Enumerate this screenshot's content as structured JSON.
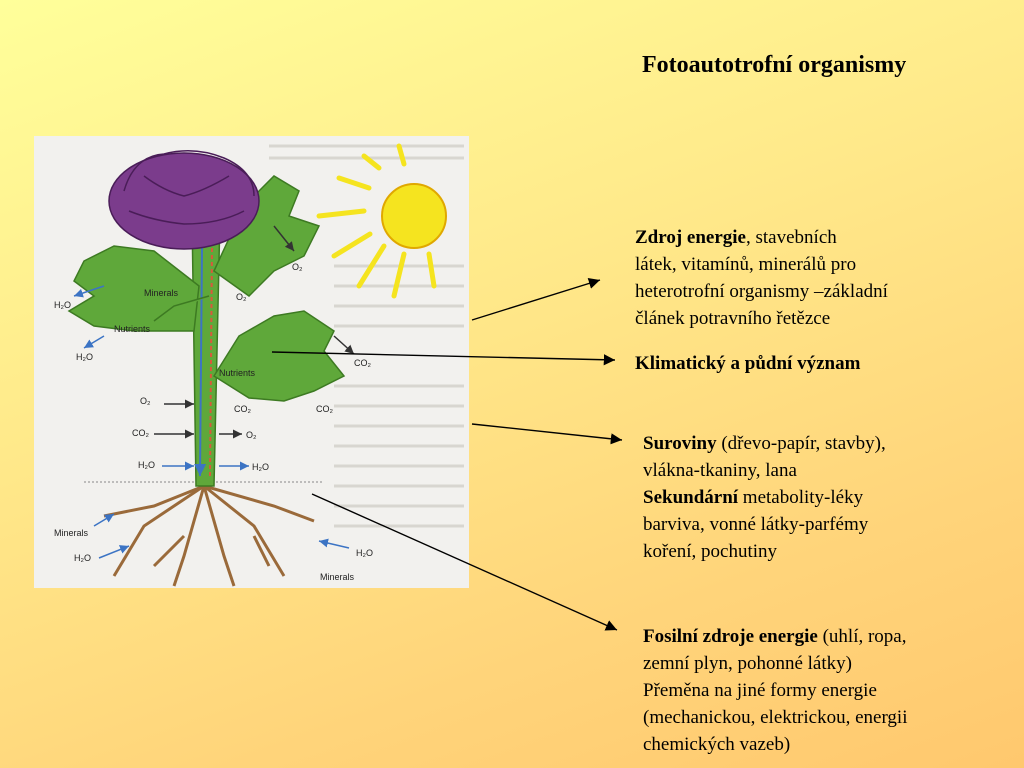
{
  "title": "Fotoautotrofní organismy",
  "blocks": {
    "energy": {
      "bold": "Zdroj energie",
      "rest": ", stavebních",
      "line2": "látek, vitamínů, minerálů pro",
      "line3": "heterotrofní organismy –základní",
      "line4": "článek potravního řetězce"
    },
    "climate": "Klimatický  a půdní význam",
    "raw": {
      "bold1": "Suroviny",
      "rest1": " (dřevo-papír, stavby),",
      "line2": "vlákna-tkaniny, lana",
      "bold3": "Sekundární",
      "rest3": " metabolity-léky",
      "line4": "barviva, vonné látky-parfémy",
      "line5": "koření, pochutiny"
    },
    "fossil": {
      "bold1": "Fosilní zdroje energie",
      "rest1": " (uhlí, ropa,",
      "line2": "zemní plyn, pohonné látky)",
      "line3": "Přeměna na jiné formy energie",
      "line4": "(mechanickou, elektrickou, energii",
      "line5": "chemických vazeb)"
    }
  },
  "diagram_labels": {
    "minerals": "Minerals",
    "nutrients": "Nutrients",
    "h2o": "H₂O",
    "o2": "O₂",
    "co2": "CO₂"
  },
  "colors": {
    "background_top": "#ffff9a",
    "background_bottom": "#ffc86e",
    "flower": "#7b3c8c",
    "leaf": "#5fa83a",
    "sun": "#f5e41f",
    "root": "#9a6a3a",
    "arrow_blue": "#3c74c4"
  }
}
